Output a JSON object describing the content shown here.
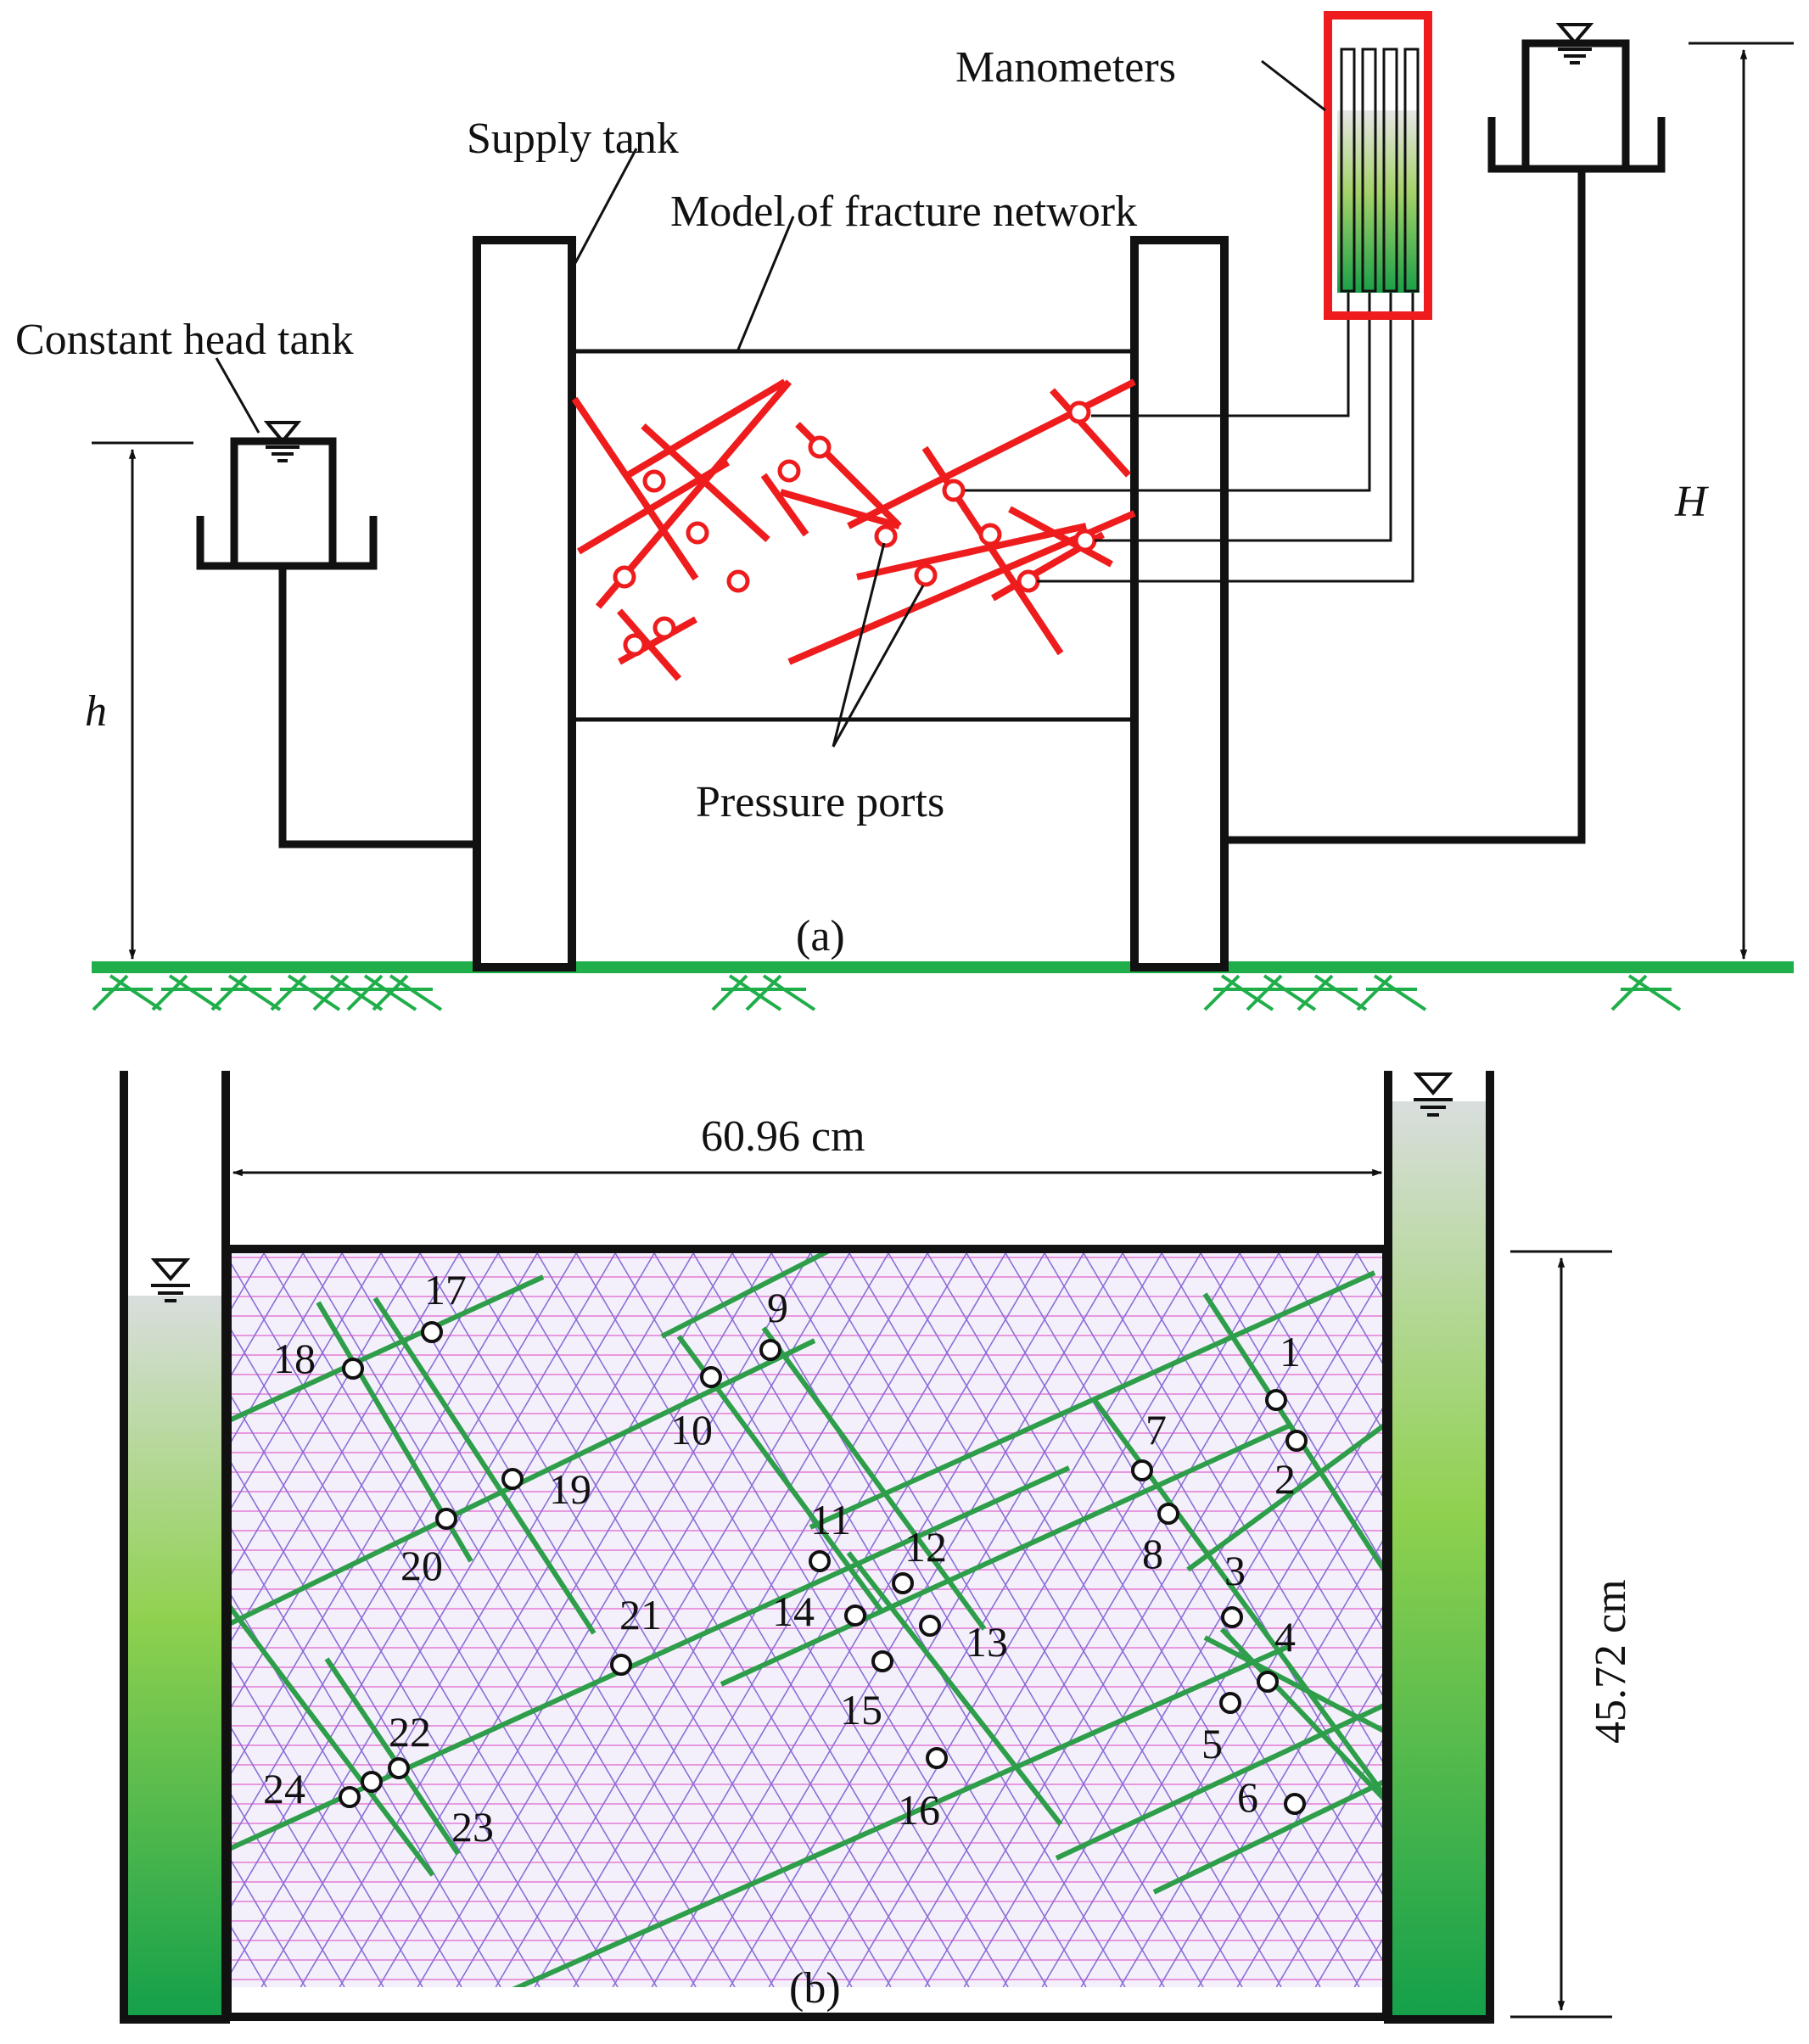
{
  "panel_a": {
    "caption": "(a)",
    "labels": {
      "manometers": "Manometers",
      "supply_tank": "Supply tank",
      "model": "Model of fracture network",
      "constant_head_tank": "Constant head tank",
      "pressure_ports": "Pressure ports",
      "h": "h",
      "H": "H"
    }
  },
  "panel_b": {
    "caption": "(b)",
    "width_label": "60.96 cm",
    "height_label": "45.72 cm",
    "ports": [
      "1",
      "2",
      "3",
      "4",
      "5",
      "6",
      "7",
      "8",
      "9",
      "10",
      "11",
      "12",
      "13",
      "14",
      "15",
      "16",
      "17",
      "18",
      "19",
      "20",
      "21",
      "22",
      "23",
      "24"
    ]
  },
  "colors": {
    "fracture_a": "#ee1c1c",
    "manometer_box": "#ee1c1c",
    "fracture_b": "#2e9e4a",
    "ground": "#1fae4a",
    "mesh_diag": "#8b6fd6",
    "mesh_horiz": "#e47ad6",
    "water_top": "#d9dedd",
    "water_mid": "#8fd14f",
    "water_bottom": "#14a04a"
  }
}
